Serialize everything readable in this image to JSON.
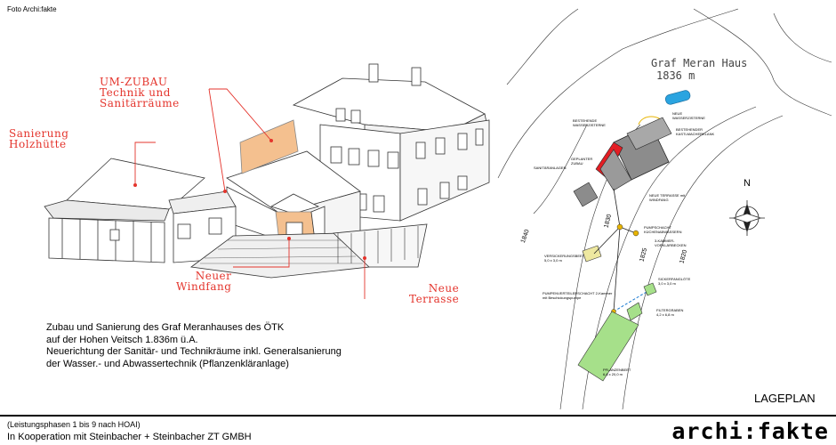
{
  "credit": "Foto Archi:fakte",
  "labels": {
    "umzubau": [
      "UM-ZUBAU",
      "Technik und",
      "Sanitärräume"
    ],
    "sanierung": [
      "Sanierung",
      "Holzhütte"
    ],
    "windfang": [
      "Neuer",
      "Windfang"
    ],
    "terrasse": [
      "Neue",
      "Terrasse"
    ]
  },
  "description": [
    "Zubau und Sanierung des Graf Meranhauses des ÖTK",
    "auf der Hohen Veitsch 1.836m ü.A.",
    "Neuerichtung der Sanitär- und Technikräume inkl. Generalsanierung",
    "der Wasser.- und Abwassertechnik (Pflanzenkläranlage)"
  ],
  "plan": {
    "title": "Graf Meran Haus",
    "elevation": "1836 m",
    "north": "N",
    "caption": "LAGEPLAN",
    "contours": [
      "1840",
      "1830",
      "1825",
      "1820"
    ],
    "annotations": {
      "a1": "BESTEHENDE WASSERZISTERNE",
      "a2": "NEUE WASSERZISTERNE",
      "a3": "BESTEHENDER KASTLMACHERKLANK",
      "a4": "GEPLANTER ZUBAU",
      "a5": "SANITÄRANLAGEN",
      "a6": "NEUE TERRASSE mit WINDFANG",
      "a7": "PUMPSCHACHT KÜCHENABWÄSSERN",
      "a8": "3-KAMMER-VORKLÄRBECKEN",
      "a9": "VERSICKERUNGSBEET 5,0 x 3,0 m",
      "a10": "SICKERFANGLÖTE 3,0 x 3,0 m",
      "a11": "PUMPENVERTEILERSCHACHT 2-Kammer mit Beschickungspumpe",
      "a12": "FILTERGRABEN 4,2 x 6,8 m",
      "a13": "PFLANZENBEET 6,8 x 20,0 m"
    }
  },
  "footer": {
    "phases": "(Leistungsphasen 1 bis 9 nach HOAI)",
    "cooperation": "In Kooperation mit Steinbacher + Steinbacher ZT GMBH",
    "brand": "archi:fakte"
  },
  "colors": {
    "label_red": "#e4342c",
    "zubau_orange": "#f4c08f",
    "plan_red": "#e31e24",
    "plan_grey": "#8c8c8c",
    "plan_green": "#a6e08a",
    "plan_yellow": "#eee8a0",
    "cistern_blue": "#2aa4e0",
    "line_blue": "#1c7bd1"
  }
}
